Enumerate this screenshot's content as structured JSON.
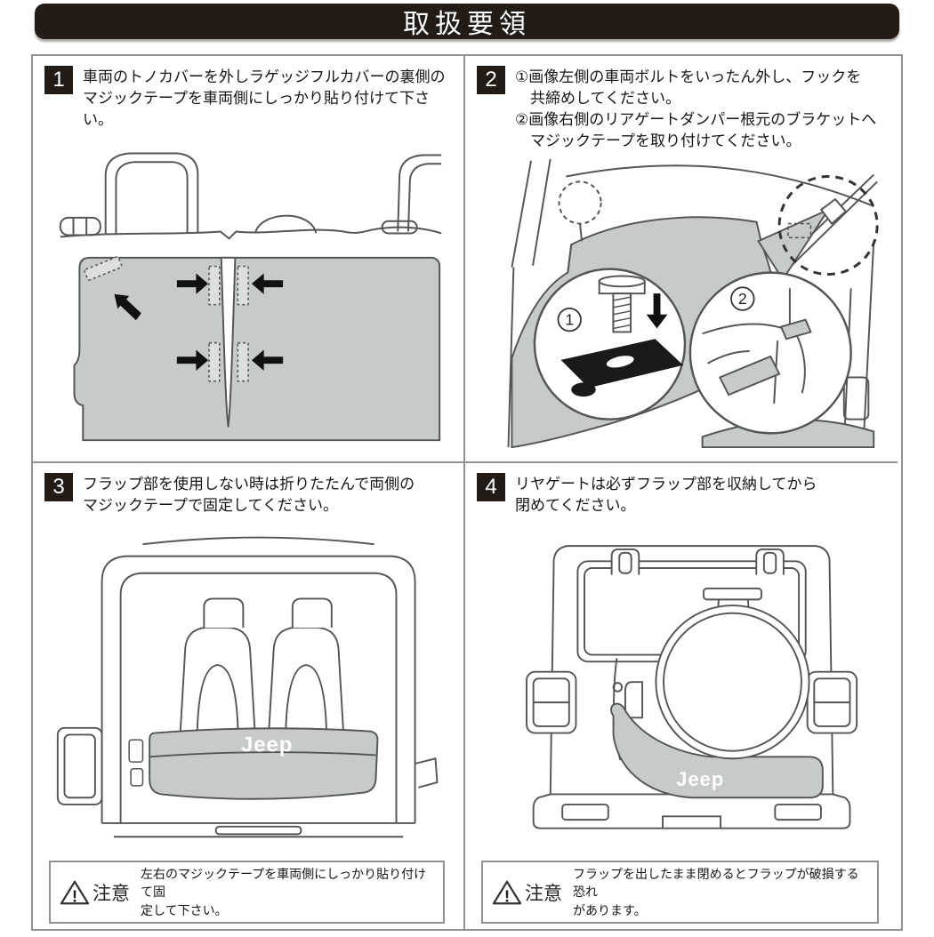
{
  "page": {
    "title": "取扱要領"
  },
  "colors": {
    "banner_bg": "#231c16",
    "badge_bg": "#231c16",
    "cover_gray": "#c7cbc8",
    "line_gray": "#555555",
    "border_gray": "#919191",
    "arrow_black": "#111111"
  },
  "panels": [
    {
      "number": "1",
      "instruction": "車両のトノカバーを外しラゲッジフルカバーの裏側の\nマジックテープを車両側にしっかり貼り付けて下さい。"
    },
    {
      "number": "2",
      "instruction": "①画像左側の車両ボルトをいったん外し、フックを\n　共締めしてください。\n②画像右側のリアゲートダンパー根元のブラケットへ\n　マジックテープを取り付けてください。"
    },
    {
      "number": "3",
      "instruction": "フラップ部を使用しない時は折りたたんで両側の\nマジックテープで固定してください。",
      "warning": {
        "label": "注意",
        "mark": "!",
        "message": "左右のマジックテープを車両側にしっかり貼り付けて固\n定して下さい。"
      }
    },
    {
      "number": "4",
      "instruction": "リヤゲートは必ずフラップ部を収納してから\n閉めてください。",
      "warning": {
        "label": "注意",
        "mark": "!",
        "message": "フラップを出したまま閉めるとフラップが破損する恐れ\nがあります。"
      }
    }
  ],
  "art": {
    "jeep_logo": "Jeep",
    "callout_1": "1",
    "callout_2": "2"
  }
}
